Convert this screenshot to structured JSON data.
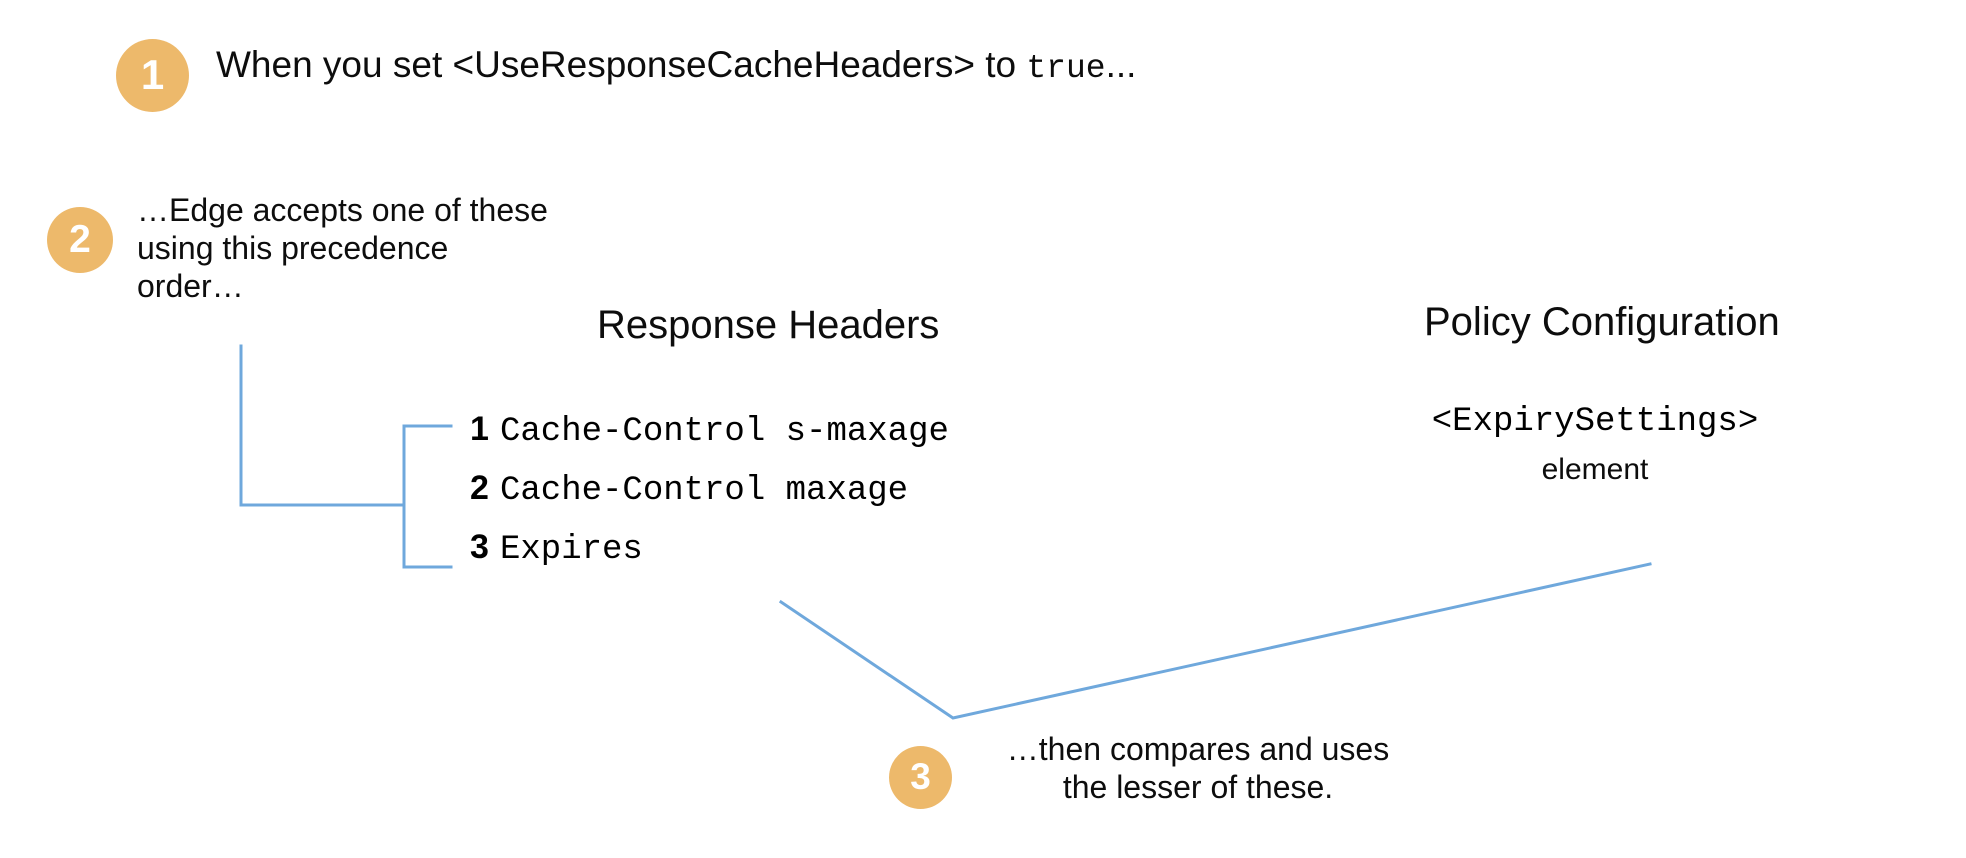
{
  "diagram": {
    "title": "Edge response cache header precedence",
    "accent_badge_color": "#edb96b",
    "connector_color": "#6fa8dc",
    "background_color": "#ffffff"
  },
  "steps": [
    {
      "number": "1",
      "text_plain": "When you set <UseResponseCacheHeaders> to true...",
      "text_before": "When you set <UseResponseCacheHeaders> to ",
      "text_mono": "true",
      "text_after": "..."
    },
    {
      "number": "2",
      "line1": "…Edge accepts one of these",
      "line2": "using this precedence",
      "line3": "order…"
    },
    {
      "number": "3",
      "line1": "…then compares and uses",
      "line2": "the lesser of these."
    }
  ],
  "columns": {
    "response_headers": {
      "heading": "Response Headers",
      "items": [
        {
          "index": "1",
          "label": "Cache-Control s-maxage"
        },
        {
          "index": "2",
          "label": "Cache-Control maxage"
        },
        {
          "index": "3",
          "label": "Expires"
        }
      ]
    },
    "policy_configuration": {
      "heading": "Policy Configuration",
      "element_name": "<ExpirySettings>",
      "element_word": "element"
    }
  }
}
